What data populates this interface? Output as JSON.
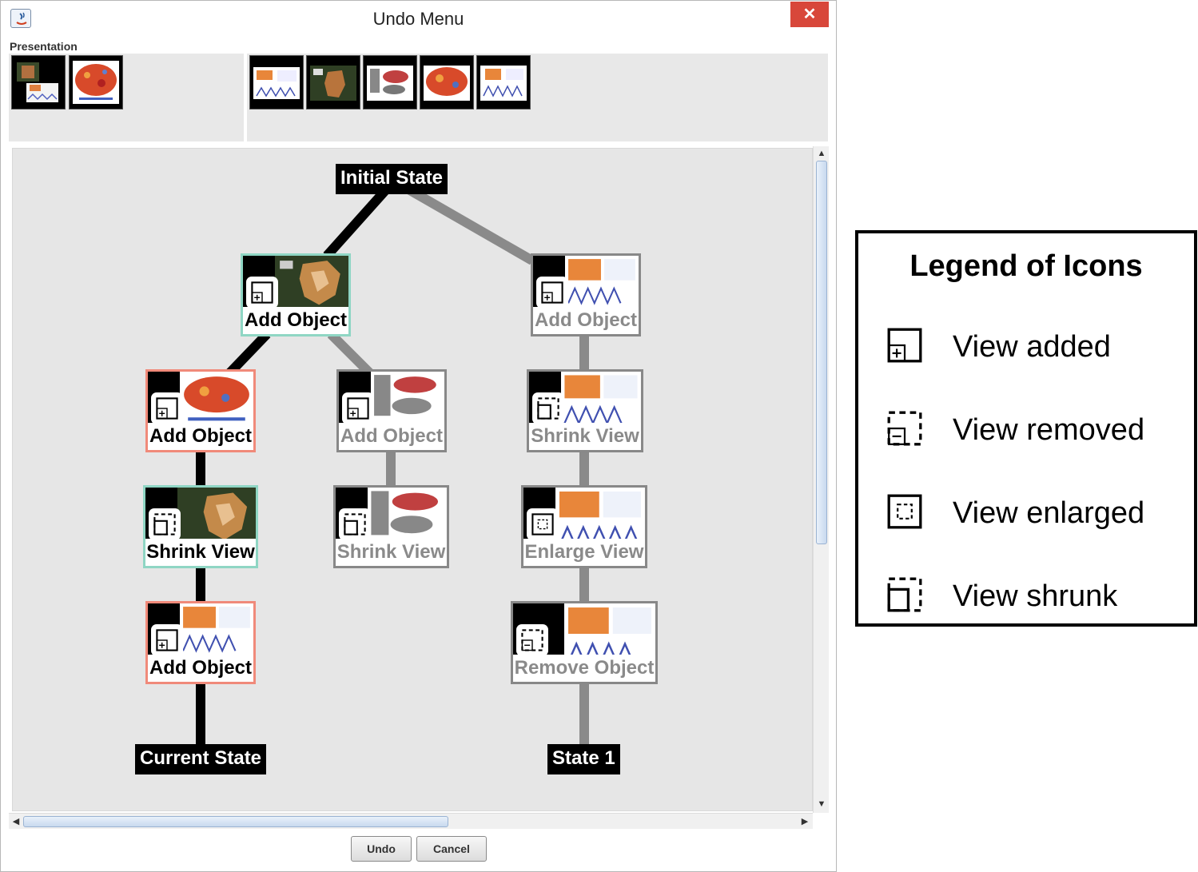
{
  "window": {
    "title": "Undo Menu",
    "close_symbol": "✕"
  },
  "presentation": {
    "label": "Presentation"
  },
  "tree": {
    "initial_state": "Initial State",
    "current_state": "Current State",
    "state1": "State 1",
    "nodes": [
      {
        "label": "Add Object",
        "icon": "view-added-icon",
        "status": "active"
      },
      {
        "label": "Add Object",
        "icon": "view-added-icon",
        "status": "inactive"
      },
      {
        "label": "Add Object",
        "icon": "view-added-icon",
        "status": "active"
      },
      {
        "label": "Add Object",
        "icon": "view-added-icon",
        "status": "inactive"
      },
      {
        "label": "Shrink View",
        "icon": "view-shrunk-icon",
        "status": "inactive"
      },
      {
        "label": "Shrink View",
        "icon": "view-shrunk-icon",
        "status": "active"
      },
      {
        "label": "Shrink View",
        "icon": "view-shrunk-icon",
        "status": "inactive"
      },
      {
        "label": "Enlarge View",
        "icon": "view-enlarged-icon",
        "status": "inactive"
      },
      {
        "label": "Add Object",
        "icon": "view-added-icon",
        "status": "active"
      },
      {
        "label": "Remove Object",
        "icon": "view-removed-icon",
        "status": "inactive"
      }
    ]
  },
  "buttons": {
    "undo": "Undo",
    "cancel": "Cancel"
  },
  "legend": {
    "title": "Legend of Icons",
    "items": [
      {
        "label": "View added",
        "icon": "view-added-icon"
      },
      {
        "label": "View removed",
        "icon": "view-removed-icon"
      },
      {
        "label": "View enlarged",
        "icon": "view-enlarged-icon"
      },
      {
        "label": "View shrunk",
        "icon": "view-shrunk-icon"
      }
    ]
  },
  "colors": {
    "active_branch": "#000000",
    "inactive_branch": "#8a8a8a",
    "teal_border": "#8fd6c4",
    "salmon_border": "#f08a7a",
    "close_button": "#d8473a"
  }
}
